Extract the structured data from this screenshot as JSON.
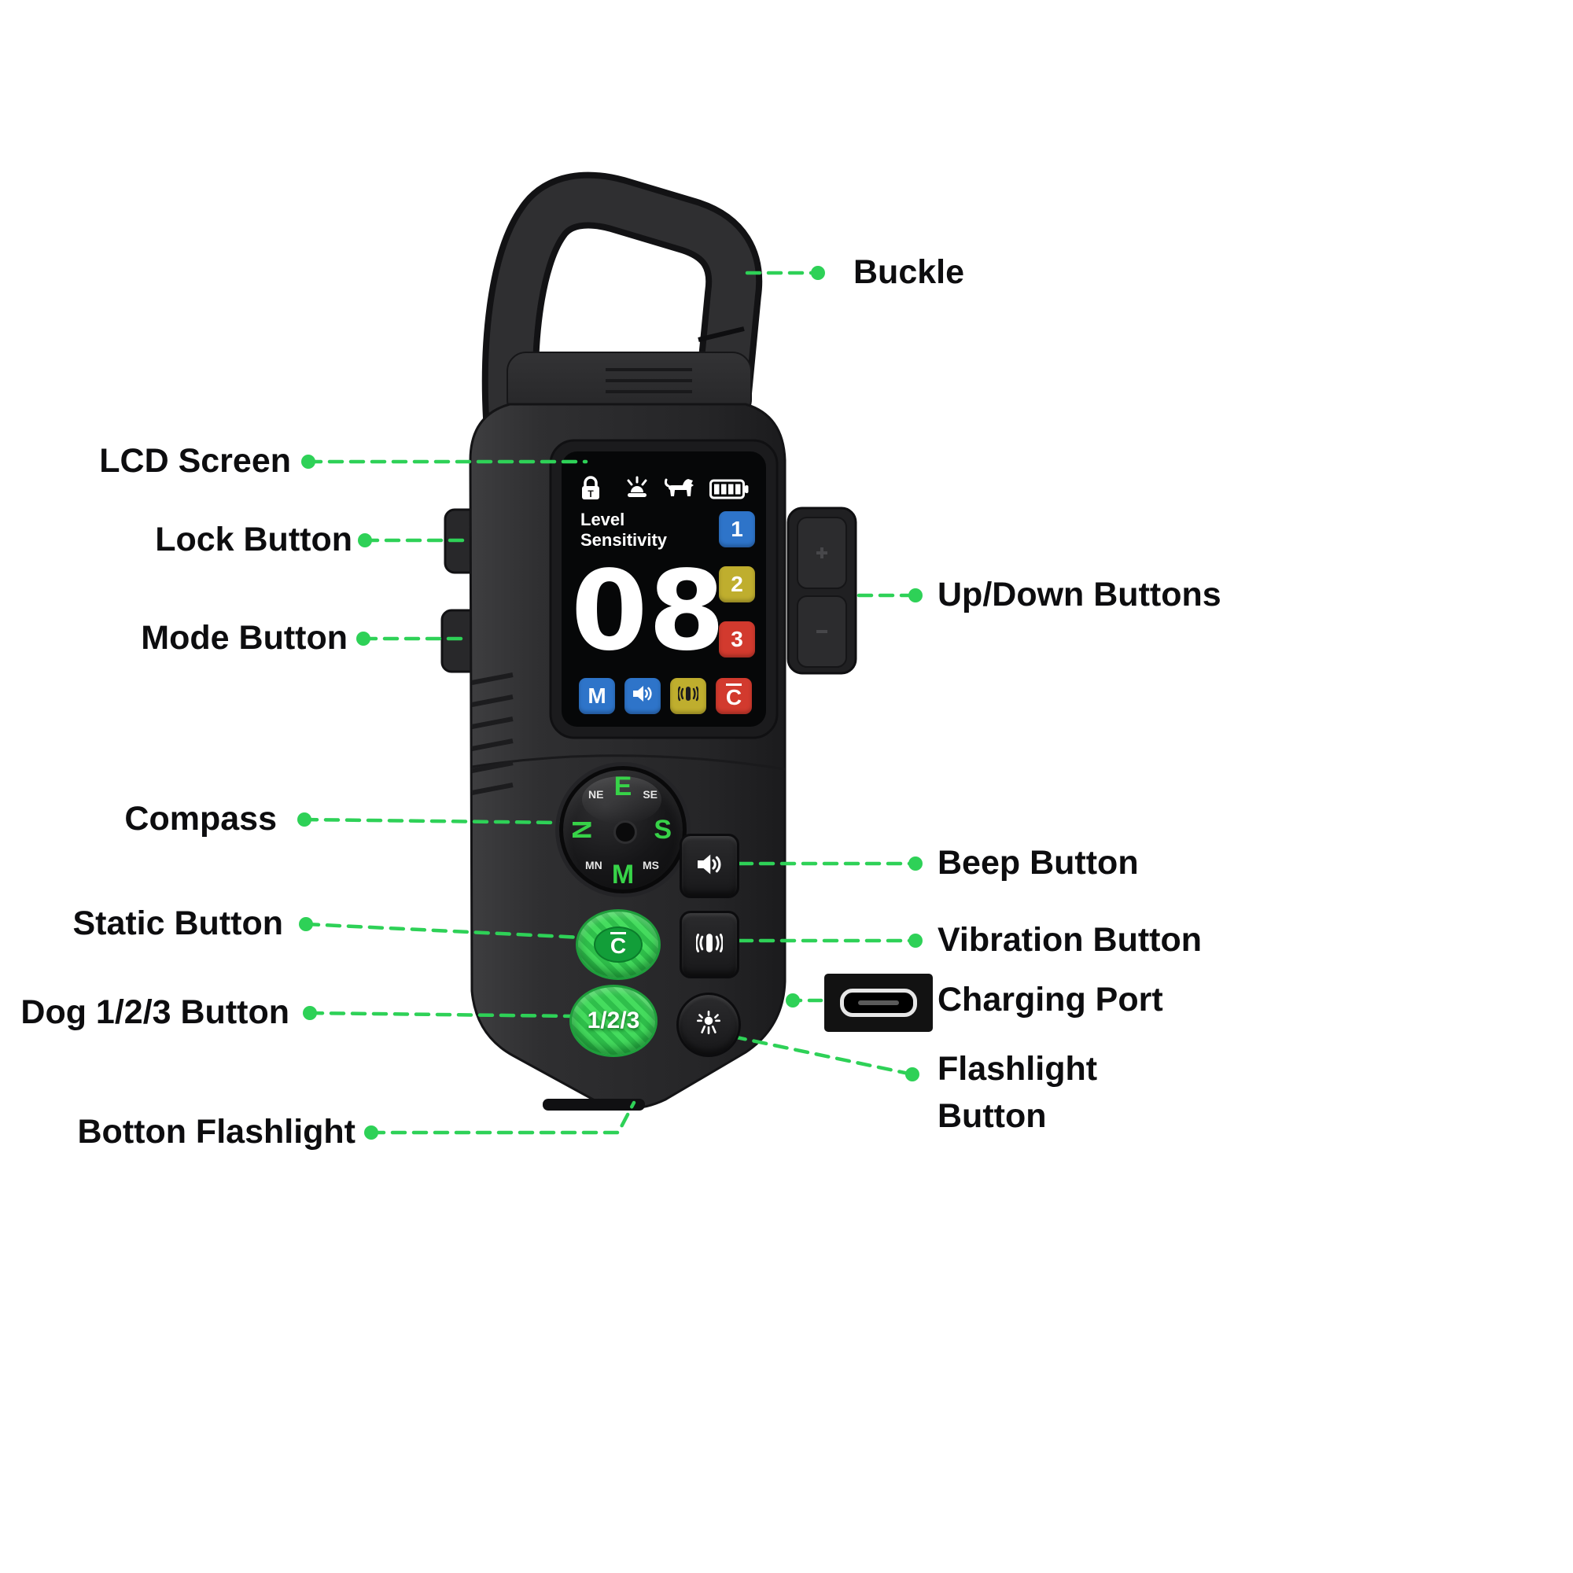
{
  "colors": {
    "accent_green": "#2ed157",
    "button_green": "#3ccf55",
    "lcd_blue": "#2e74c9",
    "lcd_yellow": "#bfae2e",
    "lcd_red": "#d23a2e",
    "device_body": "#2a2a2c"
  },
  "annotations": {
    "left": [
      {
        "id": "lcd-screen",
        "text": "LCD Screen"
      },
      {
        "id": "lock-button",
        "text": "Lock Button"
      },
      {
        "id": "mode-button",
        "text": "Mode Button"
      },
      {
        "id": "compass",
        "text": "Compass"
      },
      {
        "id": "static-button",
        "text": "Static Button"
      },
      {
        "id": "dog-123-button",
        "text": "Dog 1/2/3 Button"
      },
      {
        "id": "bottom-flashlight",
        "text": "Botton Flashlight"
      }
    ],
    "right": [
      {
        "id": "buckle",
        "text": "Buckle"
      },
      {
        "id": "updown-buttons",
        "text": "Up/Down Buttons"
      },
      {
        "id": "beep-button",
        "text": "Beep Button"
      },
      {
        "id": "vibration-button",
        "text": "Vibration Button"
      },
      {
        "id": "charging-port",
        "text": "Charging Port"
      },
      {
        "id": "flashlight-button",
        "text": "Flashlight",
        "text2": "Button"
      }
    ]
  },
  "device": {
    "screen": {
      "lock_tag": "T",
      "level_label": "Level",
      "sensitivity_label": "Sensitivity",
      "value": "08",
      "dog1": "1",
      "dog2": "2",
      "dog3": "3",
      "mode_button": "M",
      "static_symbol": "C"
    },
    "buttons": {
      "static_label": "C",
      "dog_label": "1/2/3"
    },
    "compass": {
      "top": "E",
      "right": "S",
      "bottom": "M",
      "left": "N",
      "top_left": "NE",
      "top_right": "SE",
      "bottom_right": "MS",
      "bottom_left": "MN"
    },
    "icons": {
      "screen_icons": [
        "lock-icon",
        "alarm-light-icon",
        "dog-icon",
        "battery-icon"
      ],
      "face_icons": [
        "speaker-icon",
        "vibration-icon",
        "flashlight-icon"
      ]
    }
  }
}
